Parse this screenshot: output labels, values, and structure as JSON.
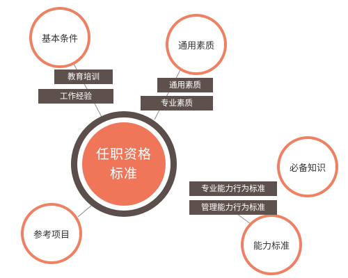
{
  "colors": {
    "accent": "#ef7659",
    "ring": "#ee8164",
    "dark": "#5b4e4b",
    "line": "#8a8a8a"
  },
  "center": {
    "line1": "任职资格",
    "line2": "标准"
  },
  "satellites": {
    "basic_conditions": "基本条件",
    "general_quality": "通用素质",
    "required_knowledge": "必备知识",
    "reference_items": "参考项目",
    "ability_standard": "能力标准"
  },
  "tags": {
    "education_training": "教育培训",
    "work_experience": "工作经验",
    "general_quality": "通用素质",
    "professional_quality": "专业素质",
    "professional_ability_behavior_standard": "专业能力行为标准",
    "management_ability_behavior_standard": "管理能力行为标准"
  }
}
